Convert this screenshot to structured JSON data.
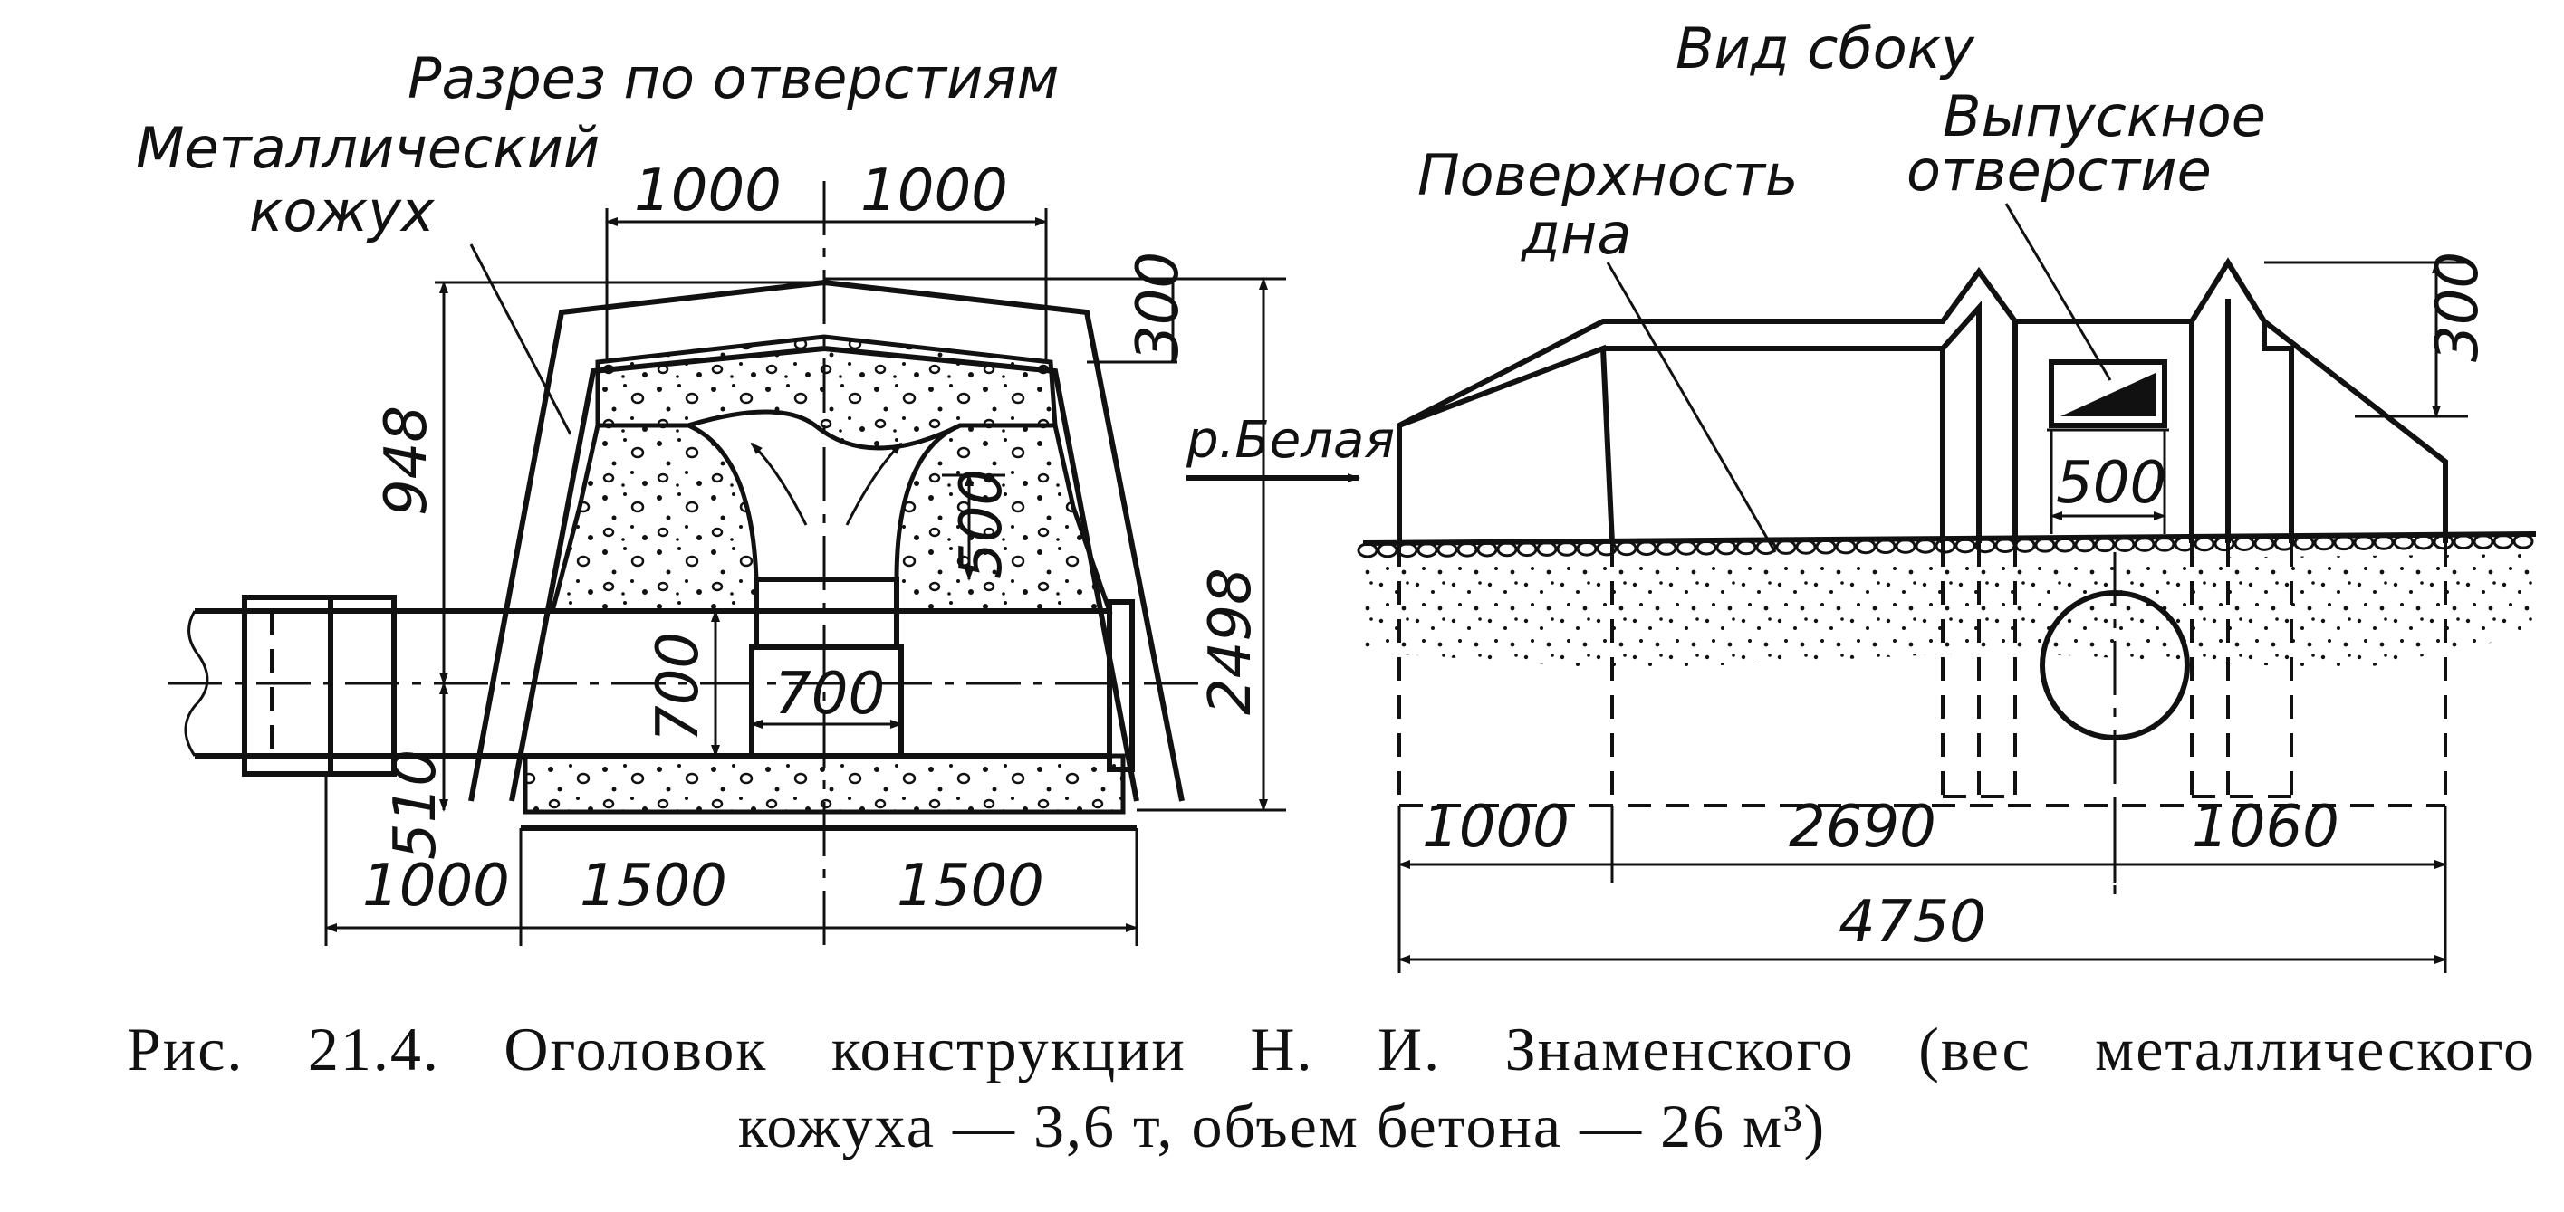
{
  "left_view": {
    "title": "Разрез по отверстиям",
    "casing_label_1": "Металлический",
    "casing_label_2": "кожух",
    "river_label": "р.Белая",
    "dims": {
      "top_left": "1000",
      "top_right": "1000",
      "right_top": "300",
      "left_height": "948",
      "right_height": "2498",
      "inner_vertical": "500",
      "pipe_height": "700",
      "pipe_width": "700",
      "bottom_left_small": "510",
      "bottom_1": "1000",
      "bottom_2": "1500",
      "bottom_3": "1500"
    }
  },
  "right_view": {
    "title": "Вид сбоку",
    "outlet_label_1": "Выпускное",
    "outlet_label_2": "отверстие",
    "bottom_label_1": "Поверхность",
    "bottom_label_2": "дна",
    "dims": {
      "right_top": "300",
      "outlet_width": "500",
      "seg_1": "1000",
      "seg_2": "2690",
      "seg_3": "1060",
      "total": "4750"
    }
  },
  "caption": {
    "line_1": "Рис. 21.4. Оголовок конструкции Н. И. Знаменского (вес металлического",
    "line_2": "кожуха — 3,6 т, объем бетона — 26 м³)"
  }
}
